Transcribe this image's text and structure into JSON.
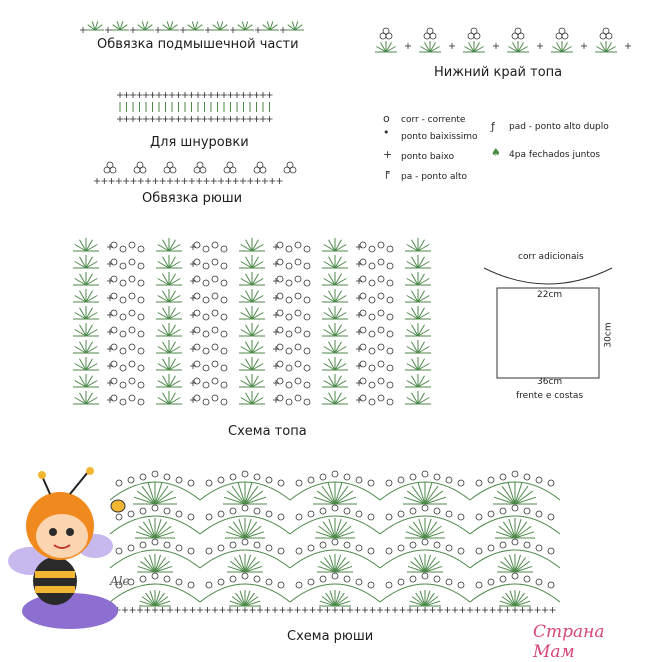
{
  "captions": {
    "underarm": "Обвязка подмышечной части",
    "top_edge": "Нижний край топа",
    "lacing": "Для шнуровки",
    "ruffle_edge": "Обвязка рюши",
    "top_chart": "Схема топа",
    "ruffle_chart": "Схема рюши"
  },
  "legend": [
    {
      "symbol": "circle-icon",
      "text": "corr - corrente"
    },
    {
      "symbol": "dot-icon",
      "text": "ponto baixissimo"
    },
    {
      "symbol": "plus-icon",
      "text": "ponto baixo"
    },
    {
      "symbol": "hook-stitch-icon",
      "text": "pa - ponto alto"
    },
    {
      "symbol": "double-hook-stitch-icon",
      "text": "pad - ponto alto duplo"
    },
    {
      "symbol": "cluster-icon",
      "text": "4pa fechados juntos"
    }
  ],
  "pattern": {
    "top_label": "corr adicionais",
    "top_width": "22cm",
    "height": "30cm",
    "bottom_width": "36cm",
    "note": "frente e costas"
  },
  "watermark": "Страна Мам",
  "signature": "Ale",
  "colors": {
    "stitch": "#4d8a4a",
    "ink": "#333333",
    "mascot_orange": "#f08a1e",
    "mascot_purple": "#9b7fd4"
  }
}
